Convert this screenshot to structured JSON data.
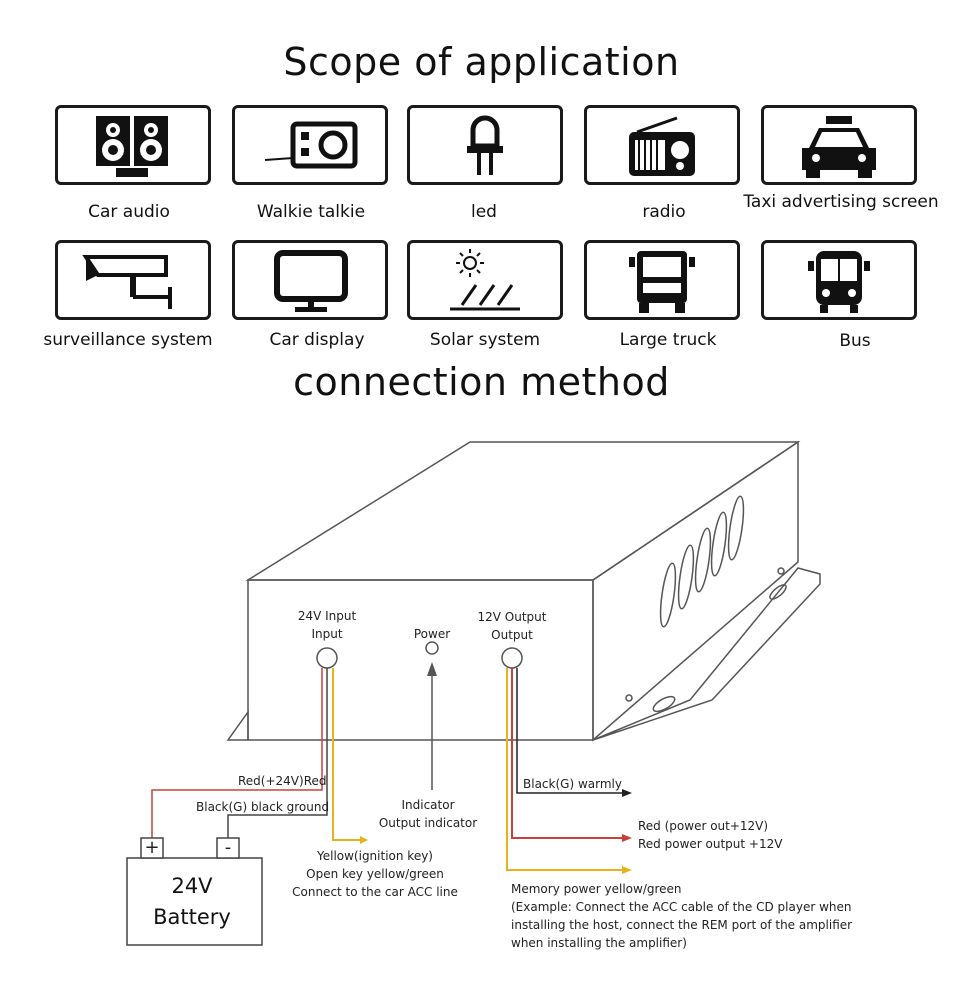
{
  "titles": {
    "scope": "Scope of application",
    "connection": "connection method"
  },
  "applications": [
    {
      "label": "Car audio",
      "icon": "speaker-icon"
    },
    {
      "label": "Walkie talkie",
      "icon": "walkie-talkie-icon"
    },
    {
      "label": "led",
      "icon": "led-icon"
    },
    {
      "label": "radio",
      "icon": "radio-icon"
    },
    {
      "label": "Taxi advertising screen",
      "icon": "taxi-icon"
    },
    {
      "label": "surveillance system",
      "icon": "camera-icon"
    },
    {
      "label": "Car display",
      "icon": "monitor-icon"
    },
    {
      "label": "Solar system",
      "icon": "solar-icon"
    },
    {
      "label": "Large truck",
      "icon": "truck-icon"
    },
    {
      "label": "Bus",
      "icon": "bus-icon"
    }
  ],
  "device": {
    "input_label_1": "24V Input",
    "input_label_2": "Input",
    "power_label": "Power",
    "output_label_1": "12V Output",
    "output_label_2": "Output"
  },
  "wires": {
    "red_in": "Red(+24V)Red",
    "black_in": "Black(G) black ground",
    "indicator_1": "Indicator",
    "indicator_2": "Output indicator",
    "yellow_1": "Yellow(ignition key)",
    "yellow_2": "Open key yellow/green",
    "yellow_3": "Connect to the car ACC line",
    "black_out": "Black(G) warmly",
    "red_out_1": "Red (power out+12V)",
    "red_out_2": "Red power output +12V",
    "memory_1": "Memory power yellow/green",
    "memory_2": "(Example: Connect the ACC cable of the CD player when",
    "memory_3": "installing the host, connect the REM port of the amplifier",
    "memory_4": "when installing the amplifier)"
  },
  "battery": {
    "plus": "+",
    "minus": "-",
    "line1": "24V",
    "line2": "Battery"
  },
  "colors": {
    "red_wire": "#c9403a",
    "yellow_wire": "#e8b21c",
    "black_wire": "#222222",
    "outline": "#555555"
  }
}
